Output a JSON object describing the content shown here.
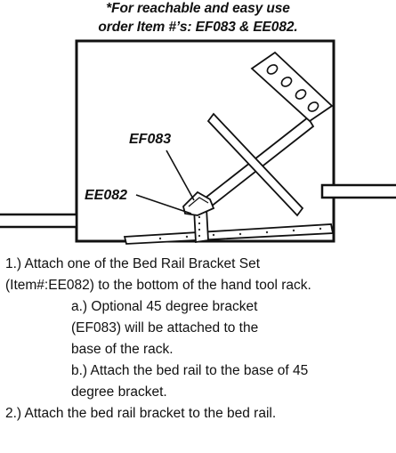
{
  "header": {
    "line1": "*For  reachable and easy use",
    "line2": "order Item #’s: EF083 & EE082."
  },
  "diagram": {
    "callouts": [
      "EF083",
      "EE082"
    ]
  },
  "instructions": {
    "step1_line1": "1.) Attach one of the Bed Rail Bracket Set",
    "step1_line2": "(Item#:EE082) to the bottom of the hand tool rack.",
    "a_line1": "a.) Optional 45 degree bracket",
    "a_line2": "(EF083) will be attached to the",
    "a_line3": "base of the rack.",
    "b_line1": "b.) Attach the bed rail to the base of 45",
    "b_line2": "degree bracket.",
    "step2": "2.) Attach the bed rail bracket to the bed rail."
  }
}
